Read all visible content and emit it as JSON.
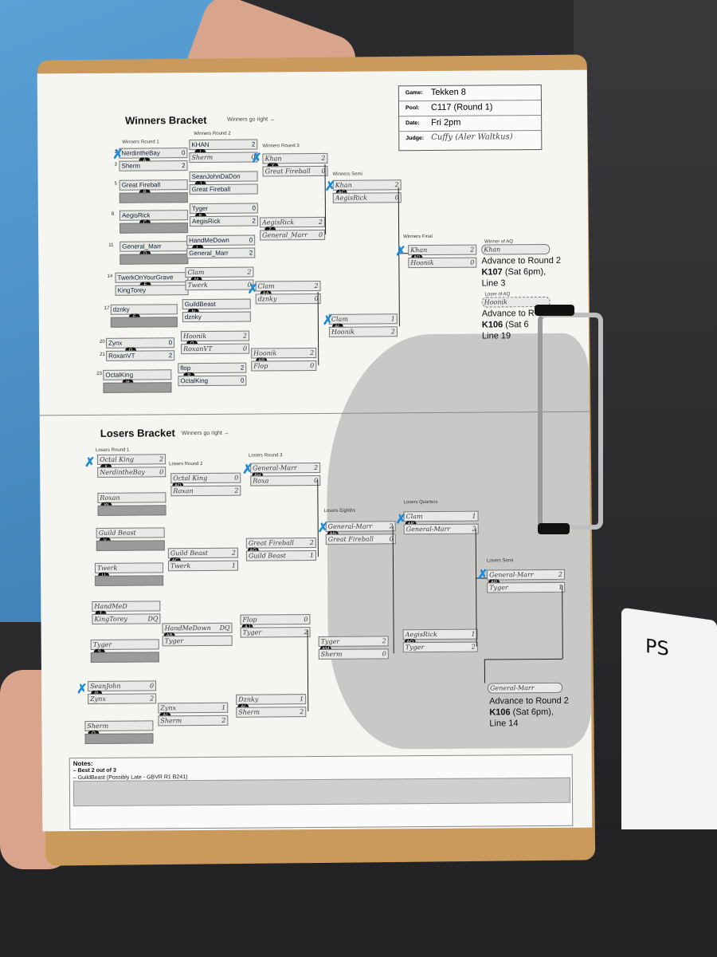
{
  "scene": {
    "console_logo": "PS"
  },
  "winners": {
    "title": "Winners Bracket",
    "subtitle": "Winners go right →",
    "round_labels": [
      "Winners Round 1",
      "Winners Round 2",
      "Winners Round 3",
      "Winners Semi",
      "Winners Final"
    ],
    "r1": [
      {
        "seed": "1",
        "name": "NerdintheBay",
        "score": "0"
      },
      {
        "seed": "3",
        "name": "Sherm",
        "score": "2"
      },
      {
        "seed": "5",
        "name": "Great Fireball",
        "score": ""
      },
      {
        "seed": "8",
        "name": "AegisRick",
        "score": ""
      },
      {
        "seed": "11",
        "name": "General_Marr",
        "score": ""
      },
      {
        "seed": "14",
        "name": "TwerkOnYourGrave",
        "score": ""
      },
      {
        "seed": "",
        "name": "KingTorey",
        "score": ""
      },
      {
        "seed": "17",
        "name": "dznky",
        "score": ""
      },
      {
        "seed": "20",
        "name": "Zynx",
        "score": "0"
      },
      {
        "seed": "21",
        "name": "RoxanVT",
        "score": "2"
      },
      {
        "seed": "23",
        "name": "OctalKing",
        "score": ""
      }
    ],
    "r2": [
      {
        "name": "KHAN",
        "score": "2"
      },
      {
        "name": "Sherm",
        "score": "0"
      },
      {
        "name": "SeanJohnDaDon",
        "score": ""
      },
      {
        "name": "Great Fireball",
        "score": ""
      },
      {
        "name": "Tyger",
        "score": "0"
      },
      {
        "name": "AegisRick",
        "score": "2"
      },
      {
        "name": "HandMeDown",
        "score": "0"
      },
      {
        "name": "General_Marr",
        "score": "2"
      },
      {
        "name": "Clam",
        "score": "2"
      },
      {
        "name": "Twerk",
        "score": "0"
      },
      {
        "name": "GuildBeast",
        "score": ""
      },
      {
        "name": "dznky",
        "score": ""
      },
      {
        "name": "Hoonik",
        "score": "2"
      },
      {
        "name": "RoxanVT",
        "score": "0"
      },
      {
        "name": "flop",
        "score": "2"
      },
      {
        "name": "OctalKing",
        "score": "0"
      }
    ],
    "r3": [
      {
        "name": "Khan",
        "score": "2"
      },
      {
        "name": "Great Fireball",
        "score": "0"
      },
      {
        "name": "AegisRick",
        "score": "2"
      },
      {
        "name": "General_Marr",
        "score": "0"
      },
      {
        "name": "Clam",
        "score": "2"
      },
      {
        "name": "dznky",
        "score": "0"
      },
      {
        "name": "Hoonik",
        "score": "2"
      },
      {
        "name": "Flop",
        "score": "0"
      }
    ],
    "semi": [
      {
        "name": "Khan",
        "score": "2"
      },
      {
        "name": "AegisRick",
        "score": "0"
      },
      {
        "name": "Clam",
        "score": "1"
      },
      {
        "name": "Hoonik",
        "score": "2"
      }
    ],
    "final": [
      {
        "name": "Khan",
        "score": "2"
      },
      {
        "name": "Hoonik",
        "score": "0"
      }
    ],
    "winner_label": "Winner of AQ",
    "winner_name": "Khan",
    "advance1": {
      "text": "Advance to Round 2",
      "pool": "K107",
      "time": "(Sat 6pm),",
      "line": "Line 3"
    },
    "loser_label": "Loser of AQ",
    "loser_name": "Hoonik",
    "advance2": {
      "text": "Advance to R",
      "pool": "K106",
      "time": "(Sat 6",
      "line": "Line 19"
    }
  },
  "info": {
    "game_key": "Game:",
    "game": "Tekken 8",
    "pool_key": "Pool:",
    "pool": "C117 (Round 1)",
    "date_key": "Date:",
    "date": "Fri 2pm",
    "judge_key": "Judge:",
    "judge": "Cuffy (Aler Waltkus)"
  },
  "losers": {
    "title": "Losers Bracket",
    "subtitle": "Winners go right →",
    "round_labels": [
      "Losers Round 1",
      "Losers Round 2",
      "Losers Round 3",
      "Losers Eighths",
      "Losers Quarters",
      "Losers Semi"
    ],
    "r1": [
      {
        "name": "Octal King",
        "score": "2"
      },
      {
        "name": "NerdintheBay",
        "score": "0"
      },
      {
        "name": "Roxan",
        "score": ""
      },
      {
        "name": "Guild Beast",
        "score": ""
      },
      {
        "name": "Twerk",
        "score": ""
      },
      {
        "name": "HandMeD",
        "score": ""
      },
      {
        "name": "KingTorey",
        "score": "DQ"
      },
      {
        "name": "Tyger",
        "score": ""
      },
      {
        "name": "SeanJohn",
        "score": "0"
      },
      {
        "name": "Zynx",
        "score": "2"
      },
      {
        "name": "Sherm",
        "score": ""
      }
    ],
    "r2": [
      {
        "name": "Octal King",
        "score": "0"
      },
      {
        "name": "Roxan",
        "score": "2"
      },
      {
        "name": "Guild Beast",
        "score": "2"
      },
      {
        "name": "Twerk",
        "score": "1"
      },
      {
        "name": "HandMeDown",
        "score": "DQ"
      },
      {
        "name": "Tyger",
        "score": ""
      },
      {
        "name": "Zynx",
        "score": "1"
      },
      {
        "name": "Sherm",
        "score": "2"
      }
    ],
    "r3": [
      {
        "name": "General-Marr",
        "score": "2"
      },
      {
        "name": "Roxa",
        "score": "0"
      },
      {
        "name": "Great Fireball",
        "score": "2"
      },
      {
        "name": "Guild Beast",
        "score": "1"
      },
      {
        "name": "Flop",
        "score": "0"
      },
      {
        "name": "Tyger",
        "score": "2"
      },
      {
        "name": "Dznky",
        "score": "1"
      },
      {
        "name": "Sherm",
        "score": "2"
      }
    ],
    "eighths": [
      {
        "name": "General-Marr",
        "score": "2"
      },
      {
        "name": "Great Fireball",
        "score": "0"
      },
      {
        "name": "Tyger",
        "score": "2"
      },
      {
        "name": "Sherm",
        "score": "0"
      }
    ],
    "quarters": [
      {
        "name": "Clam",
        "score": "1"
      },
      {
        "name": "General-Marr",
        "score": "2"
      },
      {
        "name": "AegisRick",
        "score": "1"
      },
      {
        "name": "Tyger",
        "score": "2"
      }
    ],
    "semi": [
      {
        "name": "General-Marr",
        "score": "2"
      },
      {
        "name": "Tyger",
        "score": "1"
      }
    ],
    "winner_name": "General-Marr",
    "advance": {
      "text": "Advance to Round 2",
      "pool": "K106",
      "time": "(Sat 6pm),",
      "line": "Line 14"
    }
  },
  "notes": {
    "title": "Notes:",
    "items": [
      "– Best 2 out of 3",
      "– GuildBeast (Possibly Late - GBVR R1 B241)"
    ]
  }
}
